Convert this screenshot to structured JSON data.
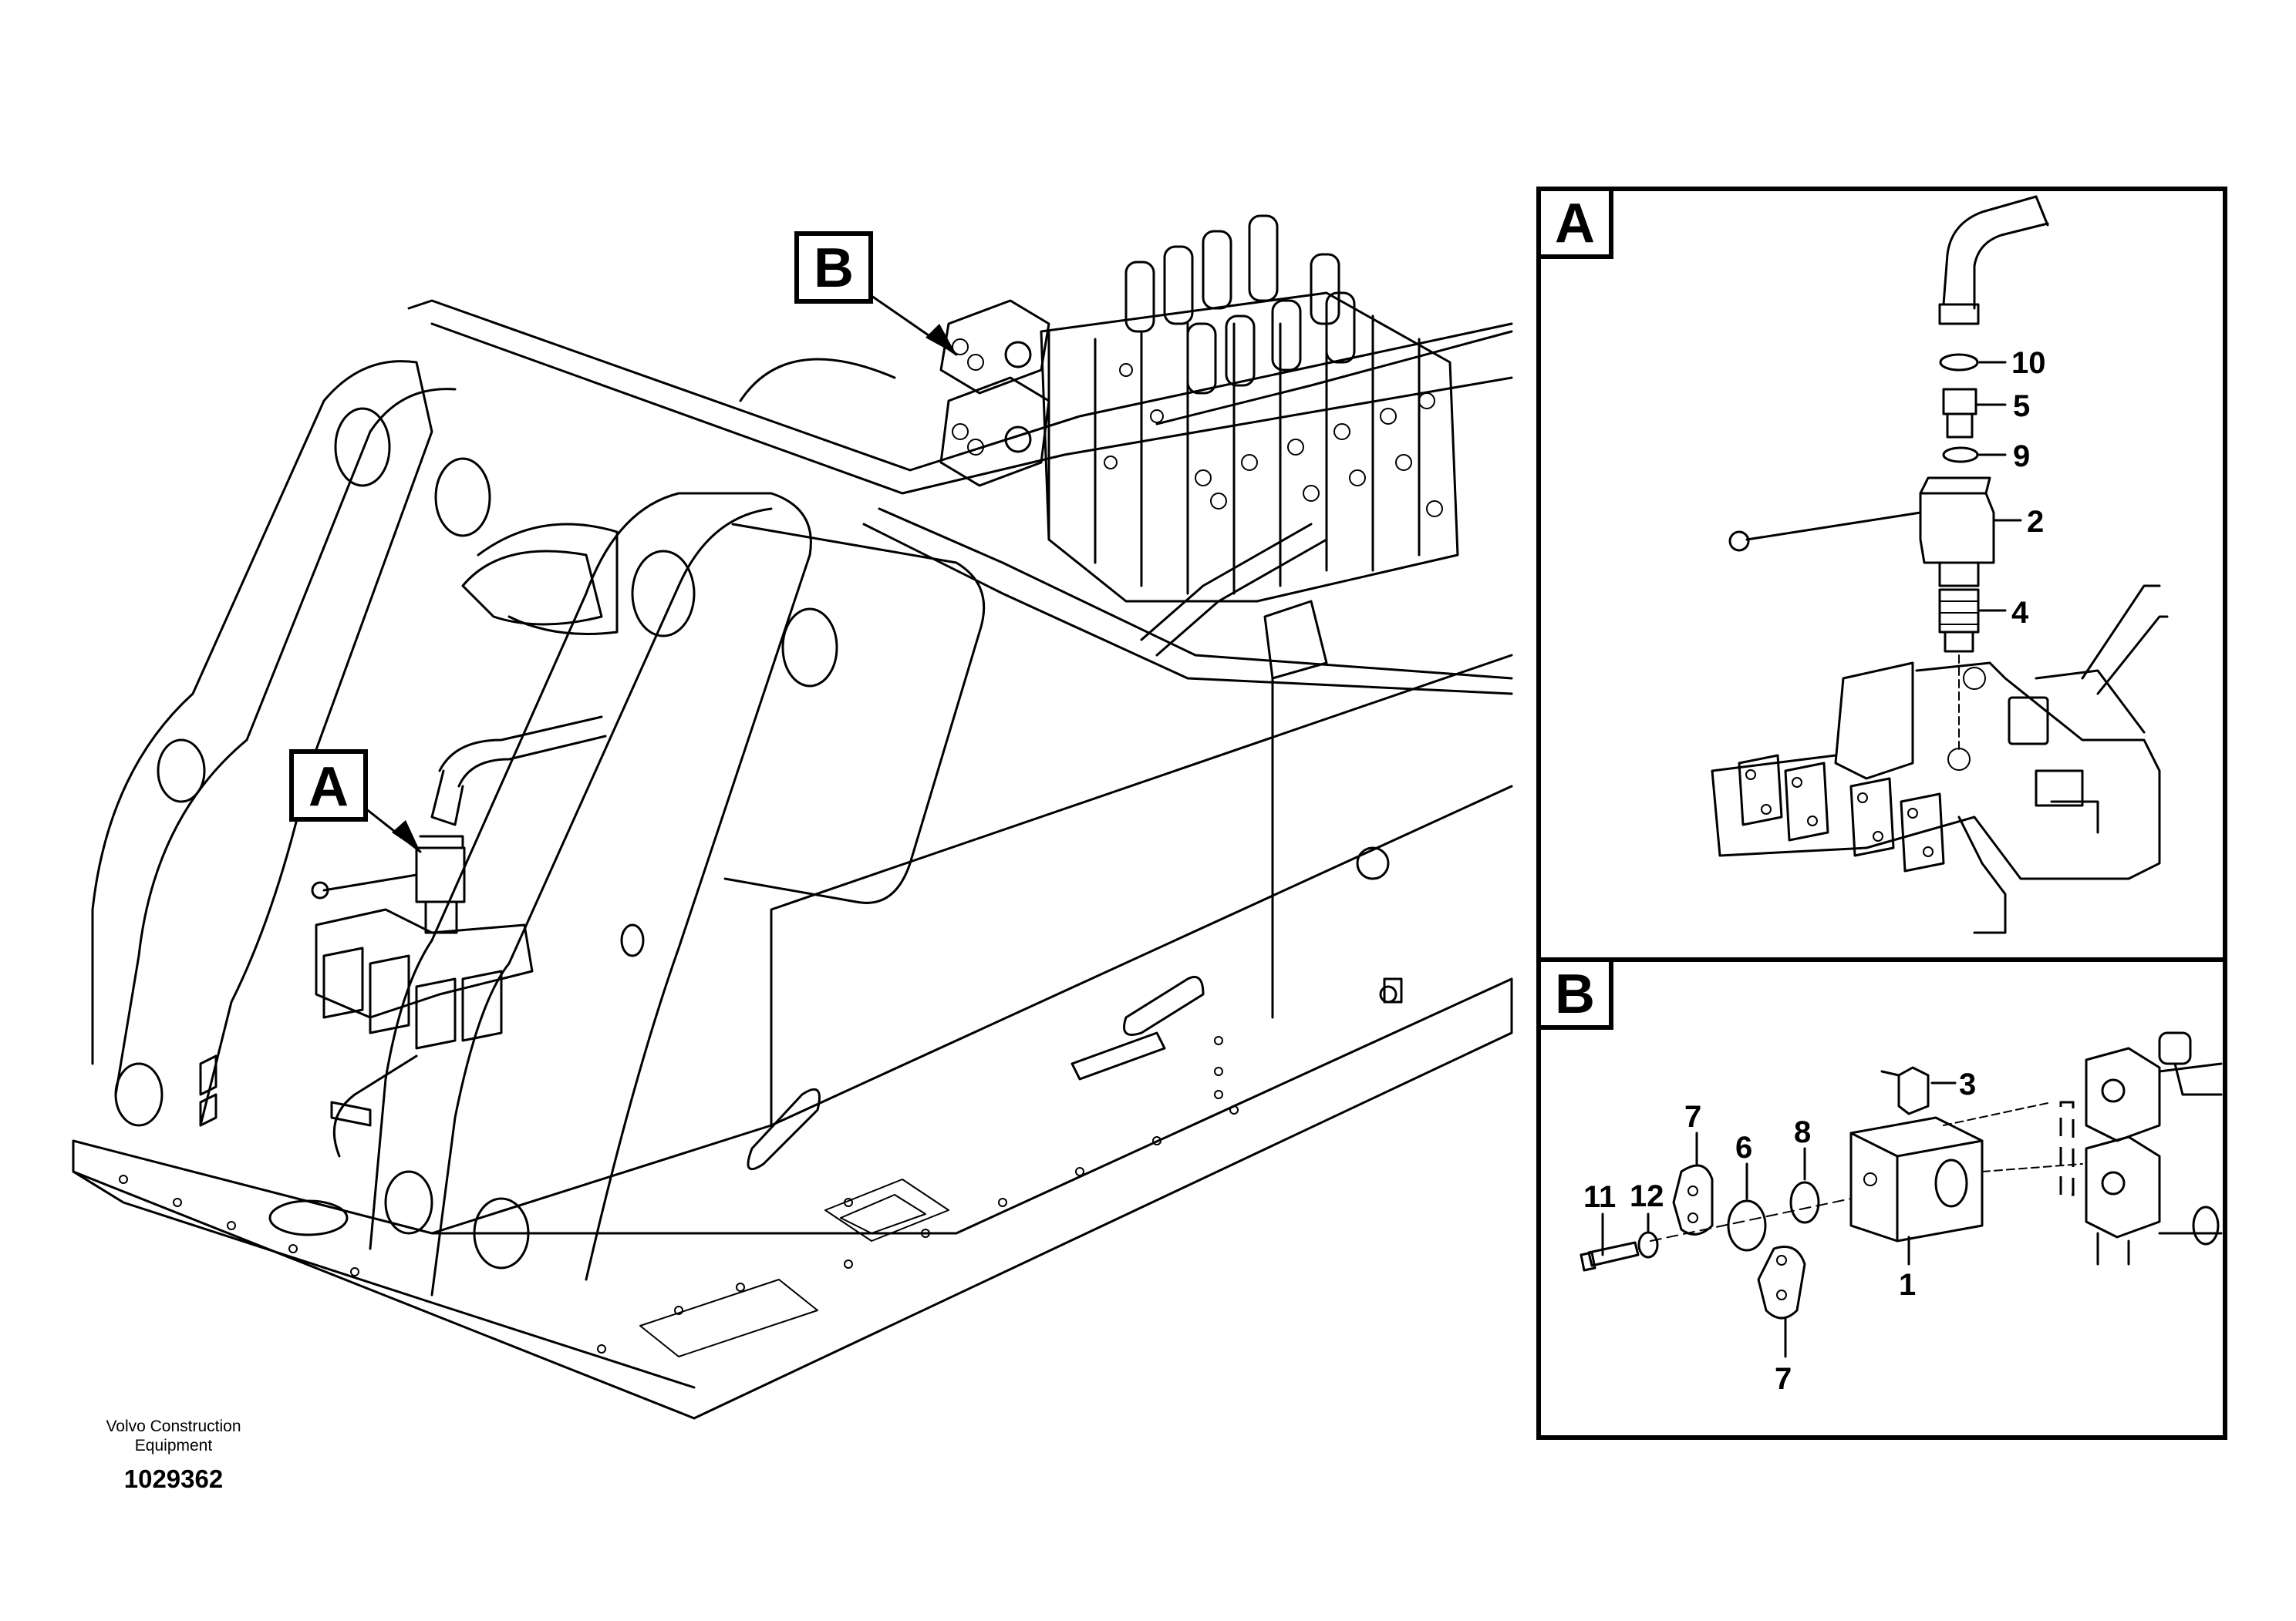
{
  "callouts": {
    "main_a": "A",
    "main_b": "B",
    "detail_a": "A",
    "detail_b": "B"
  },
  "detail_a_parts": [
    "10",
    "5",
    "9",
    "2",
    "4"
  ],
  "detail_b_parts": [
    "3",
    "7",
    "8",
    "6",
    "12",
    "11",
    "1",
    "7"
  ],
  "footer": {
    "company_line1": "Volvo Construction",
    "company_line2": "Equipment",
    "drawing_id": "1029362"
  }
}
